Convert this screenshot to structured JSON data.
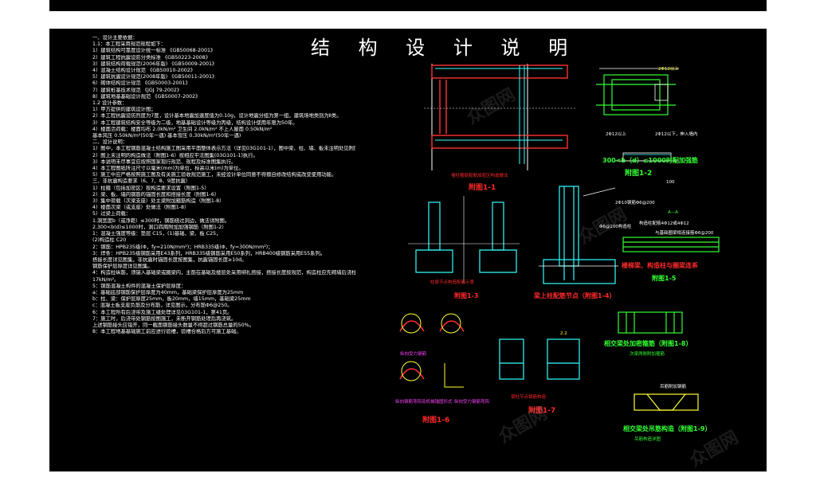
{
  "title": "结 构 设 计 说 明",
  "notes": [
    "一、设计主要依据：",
    "1.1：本工程采用规范规程如下：",
    "1）建筑结构可靠度设计统一标准          《GB50068-2001》",
    "2）建筑工程抗震设防分类标准            《GB50223-2008》",
    "3）建筑结构荷载规范(2006年版)          《GB50009-2001》",
    "4）混凝土结构设计规范                  《GB50010-2002》",
    "5）建筑抗震设计规范(2008年版)          《GB50011-2001》",
    "6）砌体结构设计规范                    《GB50003-2001》",
    "7）建筑桩基技术规范                    《JGJ 79-2002》",
    "8）建筑地基基础设计规范                《GB50007-2002》",
    "1.2 设计参数：",
    "1）甲方提供的建筑设计图；",
    "2）本工程抗震设防烈度为7度，设计基本地震加速度值为0.10g，设计地震分组为第一组，建筑场地类别为Ⅱ类。",
    "3）本工程建筑结构安全等级为二级，地基基础设计等级为丙级，结构设计使用年限为50年。",
    "4）楼面活荷载：楼面均布 2.0kN/m²  卫生间 2.0kN/m²      不上人屋面 0.50kN/m²",
    "   基本风压 0.50kN/m²(50年一遇)   基本雪压 0.30kN/m²(50年一遇)",
    "",
    "二、设计说明：",
    "1）图中，本工程钢筋混凝土结构施工图采用平面整体表示方法（详见03G101-1），图中梁、柱、墙、板未注明处见附图1-1~1-9",
    "2）图上未注明的构造做法（附图1-6）按相应平法图集(03G101-1)执行。",
    "3）本说明未尽事宜应按照国家现行规范、规程及标准图集执行。",
    "4）本工程图纸所注尺寸以毫米(mm)为单位，标高以米(m)为单位。",
    "5）施工中应严格按照施工图及有关施工验收规范施工，未经设计单位同意不得擅自修改结构或改变使用功能。",
    "",
    "三、非抗震构造要求（6、7、8、9度抗震）",
    "1）柱箍（包括加密区）按构造要求设置（附图1-5）",
    "2）梁、板、墙内钢筋的锚固长度和搭接长度（附图1-6）",
    "3）集中荷载（次梁支座）处主梁附加箍筋构造（附图1-8）",
    "4）楼面次梁（或支座）处做法（附图1-8）",
    "5）过梁上荷载：",
    "   1.洞宽度b（或净距）≤300时，钢筋绕过洞边，做法详附图。",
    "   2.300<b(d)≤1000时，洞口四周附加加强钢筋（附图1-2）",
    "1：混凝土强度等级：垫层 C15，(1)基础、梁、板 C25，",
    "   (2)构造柱 C20",
    "2：钢筋：HPB235级(Φ，fy=210N/mm²)；HRB335级(Φ，fy=300N/mm²)；",
    "3：焊条：HPB235级钢筋采用E43系列，HRB335级钢筋采用E50系列，HRB400级钢筋采用E55系列。",
    "   搭接长度详见图集，非抗震时锚固长度按图集，抗震锚固长度≥10d。",
    "   钢筋保护层厚度详见图集。",
    "4：构造柱纵筋，须锚入基础梁或圈梁内，主筋在基础及楼层处采用绑扎搭接，搭接长度按规范，构造柱应先砌墙后浇柱。",
    "   17kN/m²。",
    "5：钢筋混凝土构件的混凝土保护层厚度：",
    "   a：基础底部钢筋保护层厚度为40mm，基础梁保护层厚度为25mm",
    "   b：柱、梁：保护层厚度25mm，板20mm，墙15mm，基础梁25mm",
    "   c：混凝土板支座负筋及分布筋，详见图示，分布筋Φ6@250。",
    "6：本工程所有后浇带及施工缝处理详见03G101-1，第41页。",
    "7：施工时，后浇带处钢筋按图施工，未断开钢筋处理后再浇筑。",
    "上述钢筋接头应错开，同一截面钢筋接头数量不得超过钢筋总量的50%。",
    "8：本工程地基基础施工前应进行验槽，验槽合格后方可施工基础。"
  ],
  "figures": {
    "fig1_1": "附图1-1",
    "fig1_1_sub": "墙柱箍筋配筋加密区构造做法",
    "fig1_2": "附图1-2",
    "fig1_2_sub": "300<b（d）≤1000时配加强筋",
    "fig1_2_a": "2Φ12以上",
    "fig1_2_b": "2Φ12以下，伸入墙内",
    "fig1_2_c": "2Φ10钢筋Φ6@200",
    "fig1_2_d": "A—A",
    "fig1_2_e": "100",
    "fig1_3": "附图1-3",
    "fig1_3_sub": "柱梁节点构造配筋示意",
    "fig1_4": "梁上柱配筋节点（附图1-4）",
    "fig1_5": "附图1-5",
    "fig1_5_sub": "楼梯梁、构造柱与圈梁连系",
    "fig1_5_a": "构造柱配筋4Φ12或4Φ12",
    "fig1_5_b": "与基础圈梁相连接筋Φ6@200",
    "fig1_5_c": "Φ6@200构造柱",
    "fig1_6": "附图1-6",
    "fig1_6_a": "纵向受力钢筋",
    "fig1_6_b": "纵向钢筋弯钩及机械锚固形式",
    "fig1_6_c": "纵向受力钢筋弯钩",
    "fig1_7": "附图1-7",
    "fig1_7_sub": "梁柱节点钢筋构造",
    "fig1_8": "相交梁处加密箍筋（附图1-8）",
    "fig1_8_sub": "次梁两侧附加箍筋",
    "fig1_9": "相交梁处吊筋构造（附图1-9）",
    "fig1_9_sub": "吊筋构造详图",
    "fig1_9_top": "吊筋附加钢筋",
    "fig_label_2_2": "2.2"
  },
  "watermark": "众图网"
}
